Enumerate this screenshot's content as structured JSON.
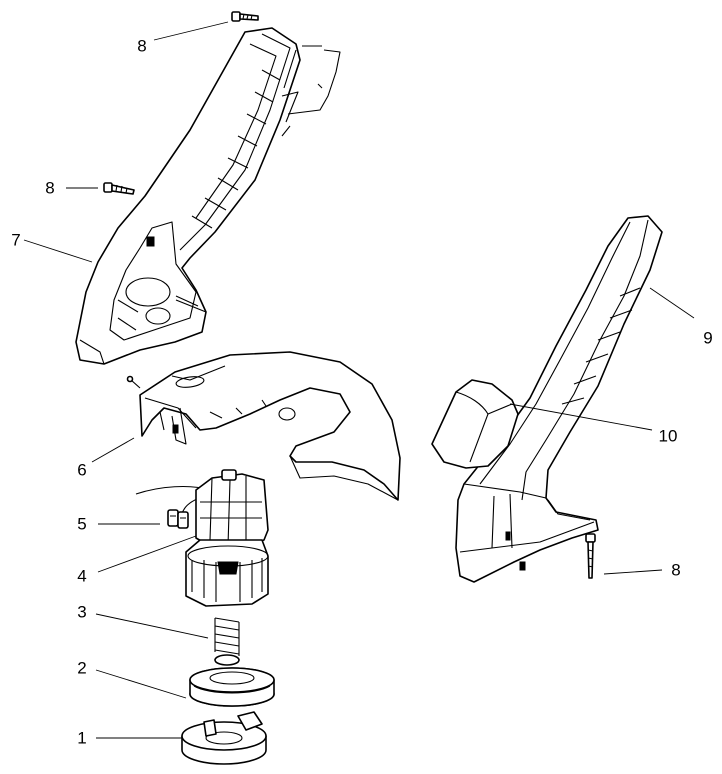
{
  "labels": {
    "part_1": "1",
    "part_2": "2",
    "part_3": "3",
    "part_4": "4",
    "part_5": "5",
    "part_6": "6",
    "part_7": "7",
    "part_8_top": "8",
    "part_8_mid": "8",
    "part_8_bottom": "8",
    "part_9": "9",
    "part_10": "10"
  },
  "colors": {
    "line": "#000000",
    "background": "#ffffff"
  }
}
